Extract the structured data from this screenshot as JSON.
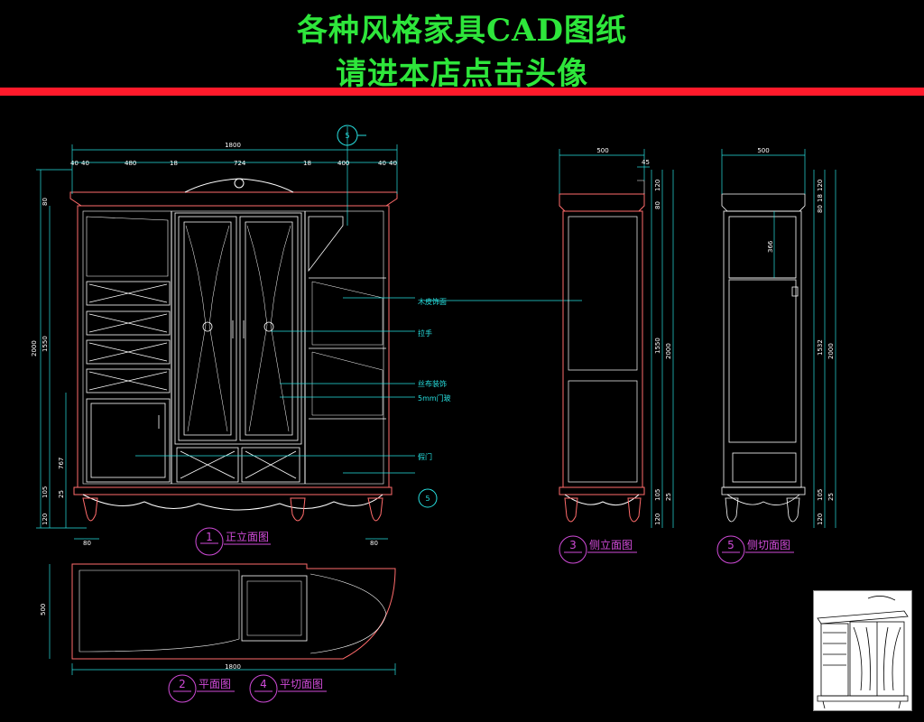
{
  "header": {
    "title_line1": "各种风格家具CAD图纸",
    "title_line2": "请进本店点击头像"
  },
  "colors": {
    "background": "#000000",
    "title": "#2ee63b",
    "accent_bar": "#ff1a2b",
    "outline": "#ff6b6b",
    "detail": "#ffffff",
    "dimension": "#27e0e0",
    "caption": "#d14bd9"
  },
  "views": {
    "front": {
      "number": "1",
      "caption": "正立面图"
    },
    "plan": {
      "number": "2",
      "caption": "平面图"
    },
    "side": {
      "number": "3",
      "caption": "侧立面图"
    },
    "plan_cut": {
      "number": "4",
      "caption": "平切面图"
    },
    "side_cut": {
      "number": "5",
      "caption": "侧切面图"
    }
  },
  "section_marker": "5",
  "annotations": {
    "wood_veneer": "木皮饰面",
    "handle": "拉手",
    "fabric": "丝布装饰",
    "glass": "5mm门玻",
    "fake_door": "假门"
  },
  "dimensions": {
    "front_width": "1800",
    "front_segments": [
      "40",
      "40",
      "480",
      "18",
      "724",
      "18",
      "400",
      "40",
      "40"
    ],
    "front_height_total": "2000",
    "front_height_main": "1550",
    "front_height_top": "80",
    "front_height_lower": "767",
    "front_height_base1": "105",
    "front_height_base2": "25",
    "front_height_leg": "120",
    "front_leg_width": "80",
    "side_width": "500",
    "side_top": "45",
    "side_heights": [
      "120",
      "80",
      "1550",
      "2000",
      "105",
      "25",
      "120"
    ],
    "section_width": "500",
    "section_heights": [
      "120",
      "18",
      "80",
      "1532",
      "2000",
      "105",
      "25",
      "120"
    ],
    "section_inner": "366",
    "plan_width": "1800",
    "plan_depth": "500"
  }
}
